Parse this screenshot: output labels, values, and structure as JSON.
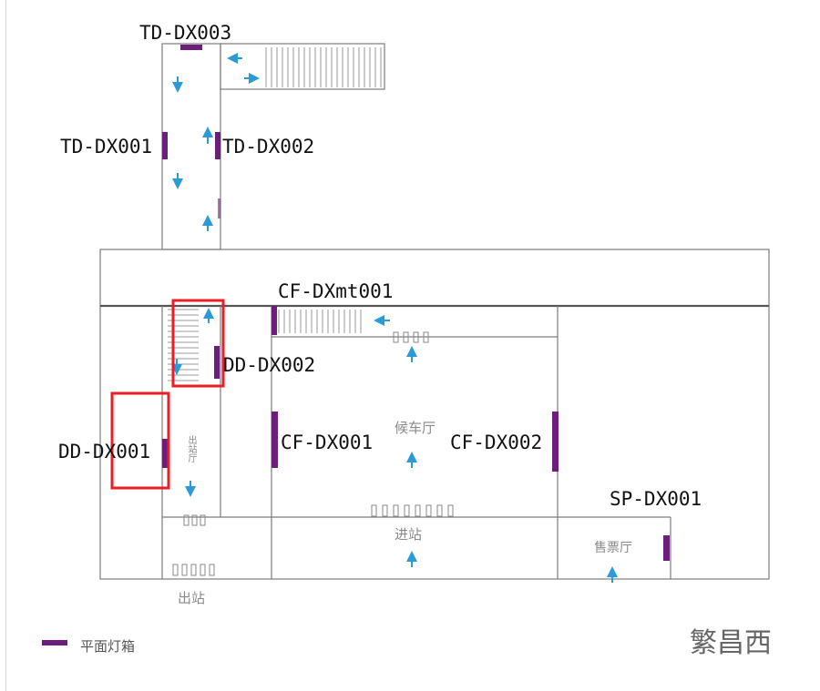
{
  "station_name": "繁昌西",
  "legend": {
    "label": "平面灯箱",
    "color": "#6b1f7b"
  },
  "colors": {
    "lightbox": "#6b1f7b",
    "arrow": "#2b9ad6",
    "highlight": "#ee1c24",
    "wall": "#7d7d7d"
  },
  "signs": {
    "td_dx003": "TD-DX003",
    "td_dx001": "TD-DX001",
    "td_dx002": "TD-DX002",
    "cf_dxmt001": "CF-DXmt001",
    "dd_dx002": "DD-DX002",
    "dd_dx001": "DD-DX001",
    "cf_dx001": "CF-DX001",
    "cf_dx002": "CF-DX002",
    "sp_dx001": "SP-DX001"
  },
  "areas": {
    "waiting_hall": "候车厅",
    "exit_channel": "出站厅",
    "exit": "出站",
    "entrance": "进站",
    "ticket_hall": "售票厅"
  },
  "highlighted_signs": [
    "DD-DX002",
    "DD-DX001"
  ]
}
